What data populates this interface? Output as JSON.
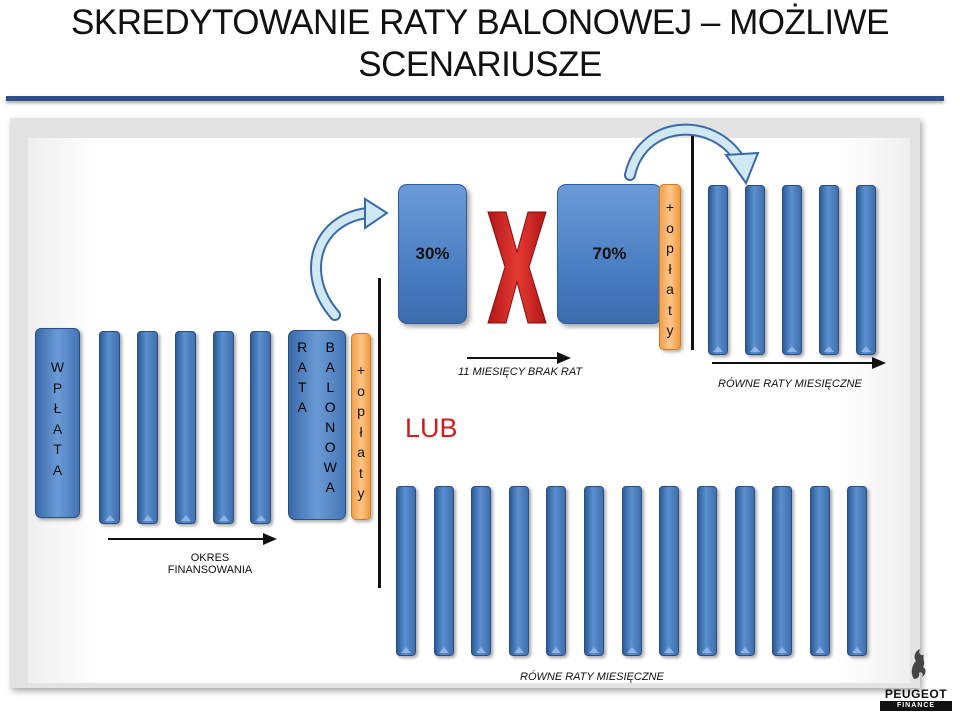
{
  "title": {
    "line1": "SKREDYTOWANIE RATY BALONOWEJ – MOŻLIWE",
    "line2": "SCENARIUSZE"
  },
  "wplata": [
    "W",
    "P",
    "Ł",
    "A",
    "T",
    "A"
  ],
  "rata_balonowa": {
    "col1": [
      "R",
      "A",
      "T",
      "A"
    ],
    "col2": [
      "B",
      "A",
      "L",
      "O",
      "N",
      "O",
      "W",
      "A"
    ]
  },
  "oplaty_letters": [
    "+",
    "o",
    "p",
    "ł",
    "a",
    "t",
    "y"
  ],
  "block_30": "30%",
  "block_70": "70%",
  "lub": "LUB",
  "label_okres_line1": "OKRES",
  "label_okres_line2": "FINANSOWANIA",
  "label_brak_rat": "11 MIESIĘCY BRAK RAT",
  "label_rowne_top": "RÓWNE RATY MIESIĘCZNE",
  "label_rowne_bottom": "RÓWNE RATY MIESIĘCZNE",
  "logo_text": "PEUGEOT",
  "logo_subtext": "FINANCE",
  "colors": {
    "bar_blue": "#4a7ec2",
    "oplaty_orange": "#f7a550",
    "cross_red": "#d9221e",
    "lub_red": "#d01c1c",
    "title_rule": "#2f4f86"
  }
}
